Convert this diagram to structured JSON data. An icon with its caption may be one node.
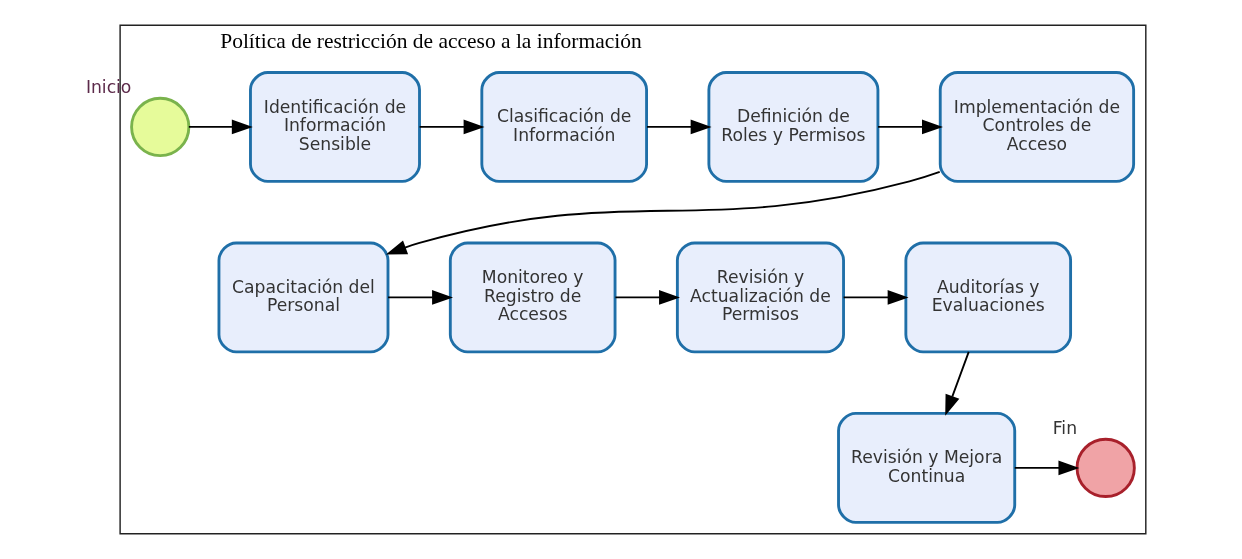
{
  "diagram": {
    "nodes": [
      {
        "text": [
          "Política de restricción de acceso a la información"
        ]
      },
      {
        "text": [],
        "shape": "circle",
        "beside": [
          "Inicio"
        ],
        "in": 0
      },
      {
        "text": [
          "Identificación de Información Sensible"
        ],
        "in": 0
      },
      {
        "text": [
          "Clasificación de Información"
        ],
        "in": 0
      },
      {
        "text": [
          "Definición de Roles y Permisos"
        ],
        "in": 0
      },
      {
        "text": [
          "Implementación de Controles de Acceso"
        ],
        "in": 0
      },
      {
        "text": [
          "Auditorías y Evaluaciones"
        ],
        "in": 0
      },
      {
        "text": [
          "Revisión y Actualización de Permisos"
        ],
        "in": 0
      },
      {
        "text": [
          "Monitoreo y Registro de Accesos"
        ],
        "in": 0
      },
      {
        "text": [
          "Capacitación del Personal"
        ],
        "in": 0
      },
      {
        "text": [
          "Revisión y Mejora Continua"
        ],
        "in": 0
      },
      {
        "text": [],
        "shape": "circle",
        "beside": [
          "Fin"
        ],
        "in": 0
      }
    ],
    "edges": [
      {
        "from": 1,
        "to": 2,
        "arrow": "to"
      },
      {
        "from": 2,
        "to": 3,
        "arrow": "to"
      },
      {
        "from": 3,
        "to": 4,
        "arrow": "to"
      },
      {
        "from": 4,
        "to": 5,
        "arrow": "to"
      },
      {
        "from": 5,
        "to": 9,
        "arrow": "to"
      },
      {
        "from": 9,
        "to": 8,
        "arrow": "to"
      },
      {
        "from": 8,
        "to": 7,
        "arrow": "to"
      },
      {
        "from": 7,
        "to": 6,
        "arrow": "to"
      },
      {
        "from": 6,
        "to": 10,
        "arrow": "to"
      },
      {
        "from": 10,
        "to": 11,
        "arrow": "to"
      }
    ]
  }
}
